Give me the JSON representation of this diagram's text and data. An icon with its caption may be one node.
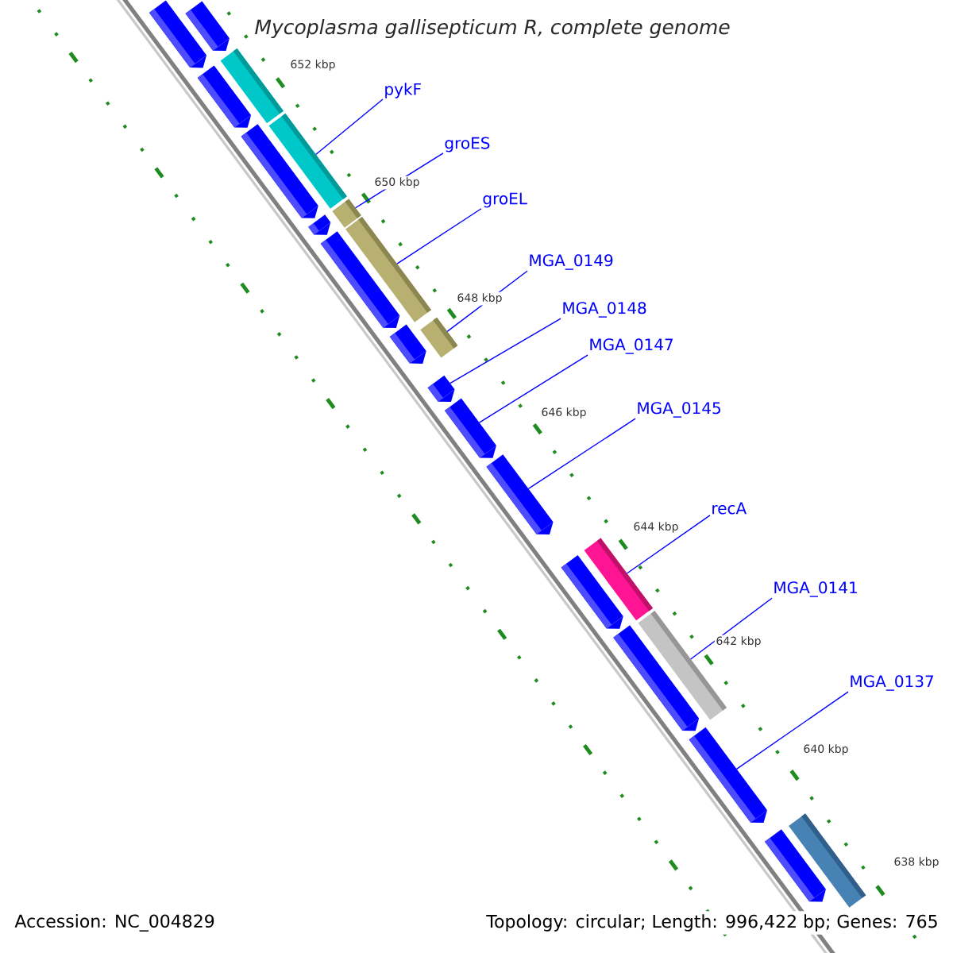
{
  "diagram": {
    "title": "Mycoplasma gallisepticum R, complete genome",
    "nodes": [
      {
        "text": [
          "pykF"
        ]
      },
      {
        "text": [
          "groES"
        ]
      },
      {
        "text": [
          "groEL"
        ]
      },
      {
        "text": [
          "MGA_0149"
        ]
      },
      {
        "text": [
          "MGA_0148"
        ]
      },
      {
        "text": [
          "MGA_0147"
        ]
      },
      {
        "text": [
          "MGA_0145"
        ]
      },
      {
        "text": [
          "recA"
        ]
      },
      {
        "text": [
          "MGA_0141"
        ]
      },
      {
        "text": [
          "MGA_0137"
        ]
      },
      {
        "text": [],
        "shape": "pentagon"
      },
      {
        "text": [],
        "shape": "pentagon"
      },
      {
        "text": [],
        "shape": "bar"
      },
      {
        "text": [],
        "shape": "pentagon"
      },
      {
        "text": [],
        "shape": "bar"
      },
      {
        "text": [],
        "shape": "pentagon"
      },
      {
        "text": [],
        "shape": "pentagon"
      },
      {
        "text": [],
        "shape": "bar"
      },
      {
        "text": [],
        "shape": "pentagon"
      },
      {
        "text": [],
        "shape": "bar"
      },
      {
        "text": [],
        "shape": "pentagon"
      },
      {
        "text": [],
        "shape": "bar"
      },
      {
        "text": [],
        "shape": "pentagon"
      },
      {
        "text": [],
        "shape": "pentagon"
      },
      {
        "text": [],
        "shape": "pentagon"
      },
      {
        "text": [],
        "shape": "bar"
      },
      {
        "text": [],
        "shape": "pentagon"
      },
      {
        "text": [],
        "shape": "pentagon"
      },
      {
        "text": [],
        "shape": "bar"
      },
      {
        "text": [],
        "shape": "pentagon"
      },
      {
        "text": [],
        "shape": "pentagon"
      },
      {
        "text": [],
        "shape": "bar"
      }
    ],
    "edges": [
      {
        "from": 0,
        "to": 14,
        "arrow": "none"
      },
      {
        "from": 1,
        "to": 17,
        "arrow": "none"
      },
      {
        "from": 2,
        "to": 19,
        "arrow": "none"
      },
      {
        "from": 3,
        "to": 21,
        "arrow": "none"
      },
      {
        "from": 4,
        "to": 22,
        "arrow": "none"
      },
      {
        "from": 5,
        "to": 23,
        "arrow": "none"
      },
      {
        "from": 6,
        "to": 24,
        "arrow": "none"
      },
      {
        "from": 7,
        "to": 25,
        "arrow": "none"
      },
      {
        "from": 8,
        "to": 28,
        "arrow": "none"
      },
      {
        "from": 9,
        "to": 29,
        "arrow": "none"
      }
    ],
    "labels": [
      "652 kbp",
      "650 kbp",
      "648 kbp",
      "646 kbp",
      "644 kbp",
      "642 kbp",
      "640 kbp",
      "638 kbp",
      "Accession: NC_004829",
      "Topology: circular; Length: 996,422 bp; Genes: 765"
    ]
  }
}
